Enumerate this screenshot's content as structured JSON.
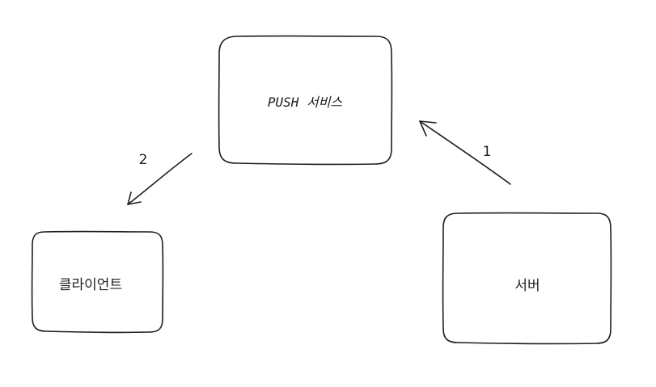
{
  "nodes": {
    "push_service": {
      "label": "PUSH 서비스"
    },
    "client": {
      "label": "클라이언트"
    },
    "server": {
      "label": "서버"
    }
  },
  "edges": {
    "server_to_push": {
      "label": "1"
    },
    "push_to_client": {
      "label": "2"
    }
  }
}
